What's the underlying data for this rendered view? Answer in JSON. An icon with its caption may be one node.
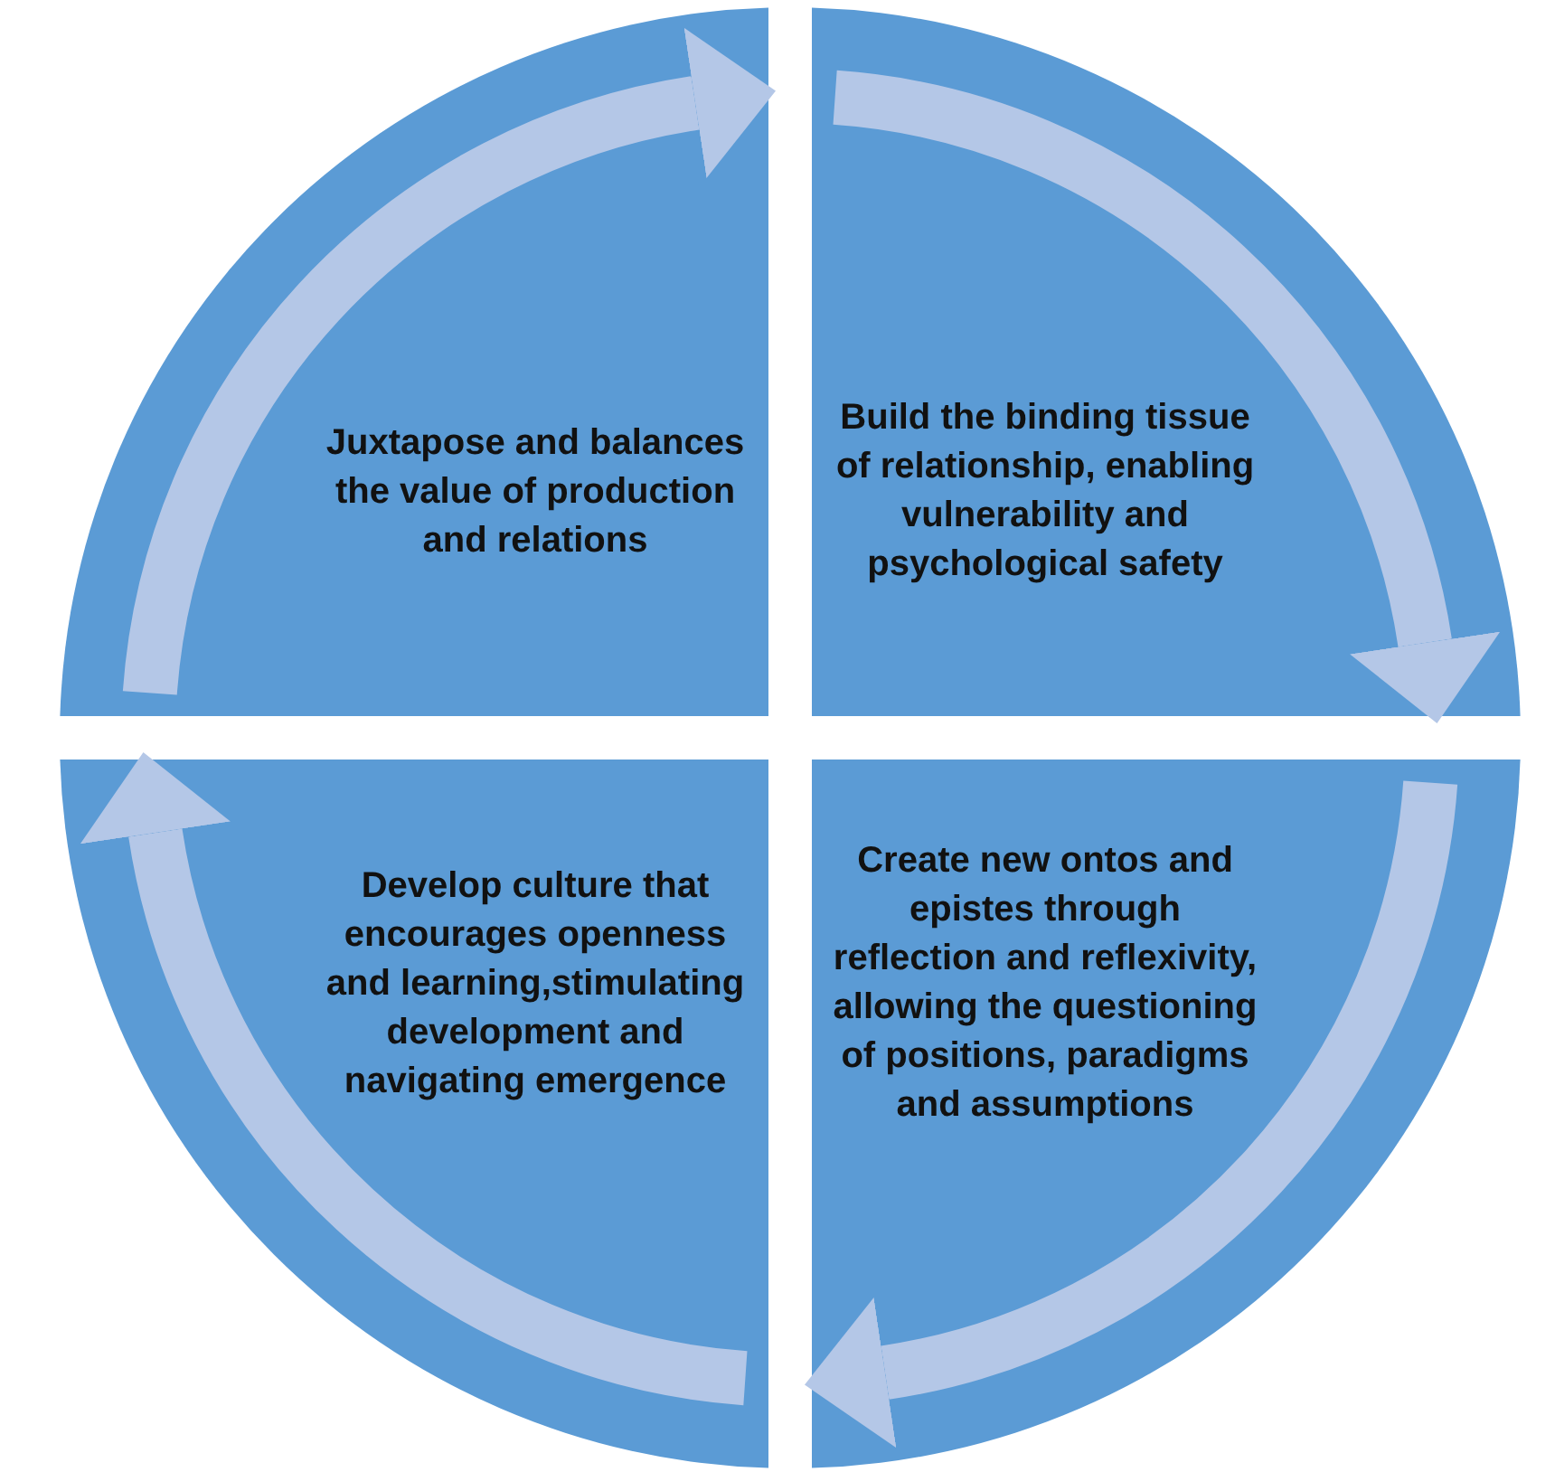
{
  "diagram": {
    "nodes": [
      {
        "text": [
          "Juxtapose and balances the value of production and relations"
        ]
      },
      {
        "text": [
          "Build the binding tissue of relationship, enabling vulnerability and psychological safety"
        ]
      },
      {
        "text": [
          "Develop culture that encourages openness and learning,stimulating development and navigating emergence"
        ]
      },
      {
        "text": [
          "Create new ontos and epistes through reflection and reflexivity, allowing the questioning of positions, paradigms and assumptions"
        ]
      }
    ],
    "edges": [
      {
        "from": 0,
        "to": 1,
        "arrow": "to"
      },
      {
        "from": 1,
        "to": 3,
        "arrow": "to"
      },
      {
        "from": 3,
        "to": 2,
        "arrow": "to"
      },
      {
        "from": 2,
        "to": 0,
        "arrow": "to"
      }
    ]
  }
}
